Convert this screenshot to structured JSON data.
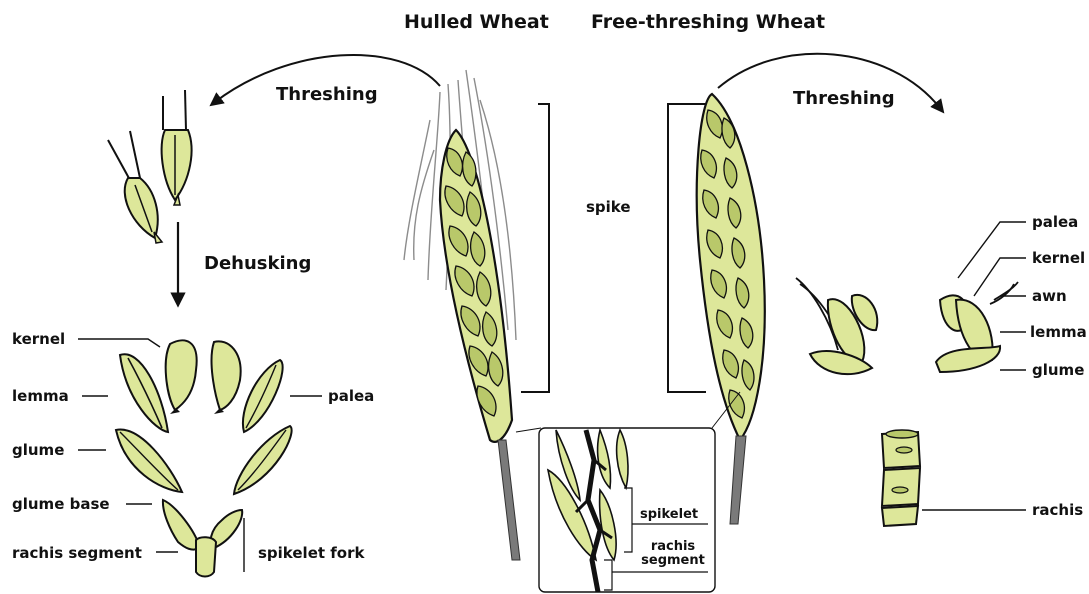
{
  "titles": {
    "hulled": "Hulled Wheat",
    "free_threshing": "Free-threshing Wheat"
  },
  "processes": {
    "threshing_left": "Threshing",
    "threshing_right": "Threshing",
    "dehusking": "Dehusking"
  },
  "center": {
    "spike": "spike"
  },
  "left_parts": {
    "kernel": "kernel",
    "lemma": "lemma",
    "palea": "palea",
    "glume": "glume",
    "glume_base": "glume base",
    "rachis_segment": "rachis segment",
    "spikelet_fork": "spikelet fork"
  },
  "right_parts": {
    "palea": "palea",
    "kernel": "kernel",
    "awn": "awn",
    "lemma": "lemma",
    "glume": "glume",
    "rachis": "rachis"
  },
  "inset": {
    "spikelet": "spikelet",
    "rachis_segment_line1": "rachis",
    "rachis_segment_line2": "segment"
  },
  "colors": {
    "plant_fill": "#dde79a",
    "plant_shade": "#b9c86a",
    "outline": "#111111",
    "stem": "#7a7a7a",
    "awn": "#8c8c8c"
  }
}
